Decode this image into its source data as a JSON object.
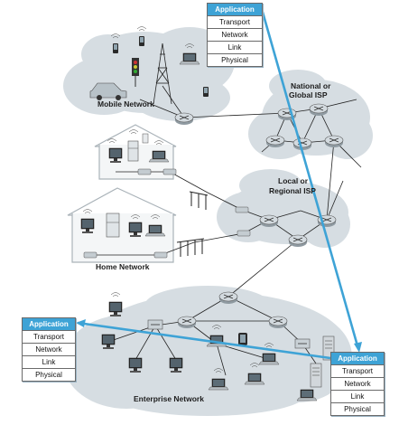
{
  "labels": {
    "mobile": "Mobile Network",
    "national_l1": "National or",
    "national_l2": "Global ISP",
    "local_l1": "Local or",
    "local_l2": "Regional ISP",
    "home": "Home Network",
    "enterprise": "Enterprise Network"
  },
  "stacks": {
    "top": [
      "Application",
      "Transport",
      "Network",
      "Link",
      "Physical"
    ],
    "left": [
      "Application",
      "Transport",
      "Network",
      "Link",
      "Physical"
    ],
    "right": [
      "Application",
      "Transport",
      "Network",
      "Link",
      "Physical"
    ]
  },
  "colors": {
    "highlight": "#3ea3d6",
    "cloud": "#d6dde2",
    "router": "#c9d1d6"
  }
}
